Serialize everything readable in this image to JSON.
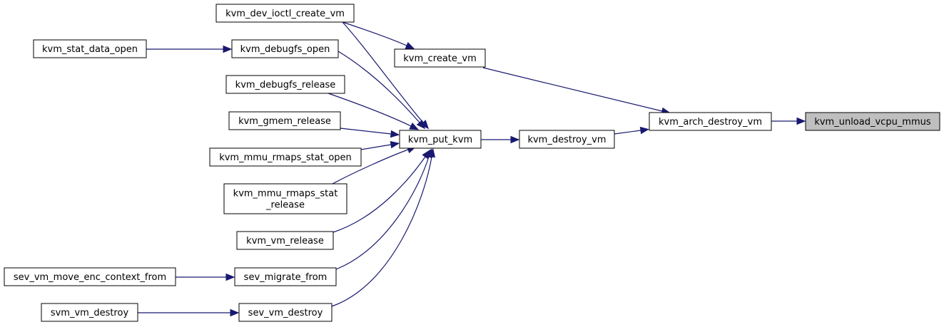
{
  "colors": {
    "edge": "#191970",
    "node_fill": "#ffffff",
    "root_fill": "#bfbfbf",
    "border": "#000000"
  },
  "nodes": [
    {
      "id": "kvm_unload_vcpu_mmus",
      "lines": [
        "kvm_unload_vcpu_mmus"
      ],
      "root": true
    },
    {
      "id": "kvm_arch_destroy_vm",
      "lines": [
        "kvm_arch_destroy_vm"
      ]
    },
    {
      "id": "kvm_create_vm",
      "lines": [
        "kvm_create_vm"
      ]
    },
    {
      "id": "kvm_destroy_vm",
      "lines": [
        "kvm_destroy_vm"
      ]
    },
    {
      "id": "kvm_dev_ioctl_create_vm",
      "lines": [
        "kvm_dev_ioctl_create_vm"
      ]
    },
    {
      "id": "kvm_put_kvm",
      "lines": [
        "kvm_put_kvm"
      ]
    },
    {
      "id": "kvm_debugfs_open",
      "lines": [
        "kvm_debugfs_open"
      ]
    },
    {
      "id": "kvm_debugfs_release",
      "lines": [
        "kvm_debugfs_release"
      ]
    },
    {
      "id": "kvm_gmem_release",
      "lines": [
        "kvm_gmem_release"
      ]
    },
    {
      "id": "kvm_mmu_rmaps_stat_open",
      "lines": [
        "kvm_mmu_rmaps_stat_open"
      ]
    },
    {
      "id": "kvm_mmu_rmaps_stat_release",
      "lines": [
        "kvm_mmu_rmaps_stat",
        "_release"
      ]
    },
    {
      "id": "kvm_vm_release",
      "lines": [
        "kvm_vm_release"
      ]
    },
    {
      "id": "sev_migrate_from",
      "lines": [
        "sev_migrate_from"
      ]
    },
    {
      "id": "sev_vm_destroy",
      "lines": [
        "sev_vm_destroy"
      ]
    },
    {
      "id": "kvm_stat_data_open",
      "lines": [
        "kvm_stat_data_open"
      ]
    },
    {
      "id": "sev_vm_move_enc_context_from",
      "lines": [
        "sev_vm_move_enc_context_from"
      ]
    },
    {
      "id": "svm_vm_destroy",
      "lines": [
        "svm_vm_destroy"
      ]
    }
  ],
  "edges": [
    {
      "from": "kvm_arch_destroy_vm",
      "to": "kvm_unload_vcpu_mmus"
    },
    {
      "from": "kvm_create_vm",
      "to": "kvm_arch_destroy_vm"
    },
    {
      "from": "kvm_destroy_vm",
      "to": "kvm_arch_destroy_vm"
    },
    {
      "from": "kvm_dev_ioctl_create_vm",
      "to": "kvm_create_vm"
    },
    {
      "from": "kvm_put_kvm",
      "to": "kvm_destroy_vm"
    },
    {
      "from": "kvm_dev_ioctl_create_vm",
      "to": "kvm_put_kvm"
    },
    {
      "from": "kvm_debugfs_open",
      "to": "kvm_put_kvm"
    },
    {
      "from": "kvm_debugfs_release",
      "to": "kvm_put_kvm"
    },
    {
      "from": "kvm_gmem_release",
      "to": "kvm_put_kvm"
    },
    {
      "from": "kvm_mmu_rmaps_stat_open",
      "to": "kvm_put_kvm"
    },
    {
      "from": "kvm_mmu_rmaps_stat_release",
      "to": "kvm_put_kvm"
    },
    {
      "from": "kvm_vm_release",
      "to": "kvm_put_kvm"
    },
    {
      "from": "sev_migrate_from",
      "to": "kvm_put_kvm"
    },
    {
      "from": "sev_vm_destroy",
      "to": "kvm_put_kvm"
    },
    {
      "from": "kvm_stat_data_open",
      "to": "kvm_debugfs_open"
    },
    {
      "from": "sev_vm_move_enc_context_from",
      "to": "sev_migrate_from"
    },
    {
      "from": "svm_vm_destroy",
      "to": "sev_vm_destroy"
    }
  ]
}
